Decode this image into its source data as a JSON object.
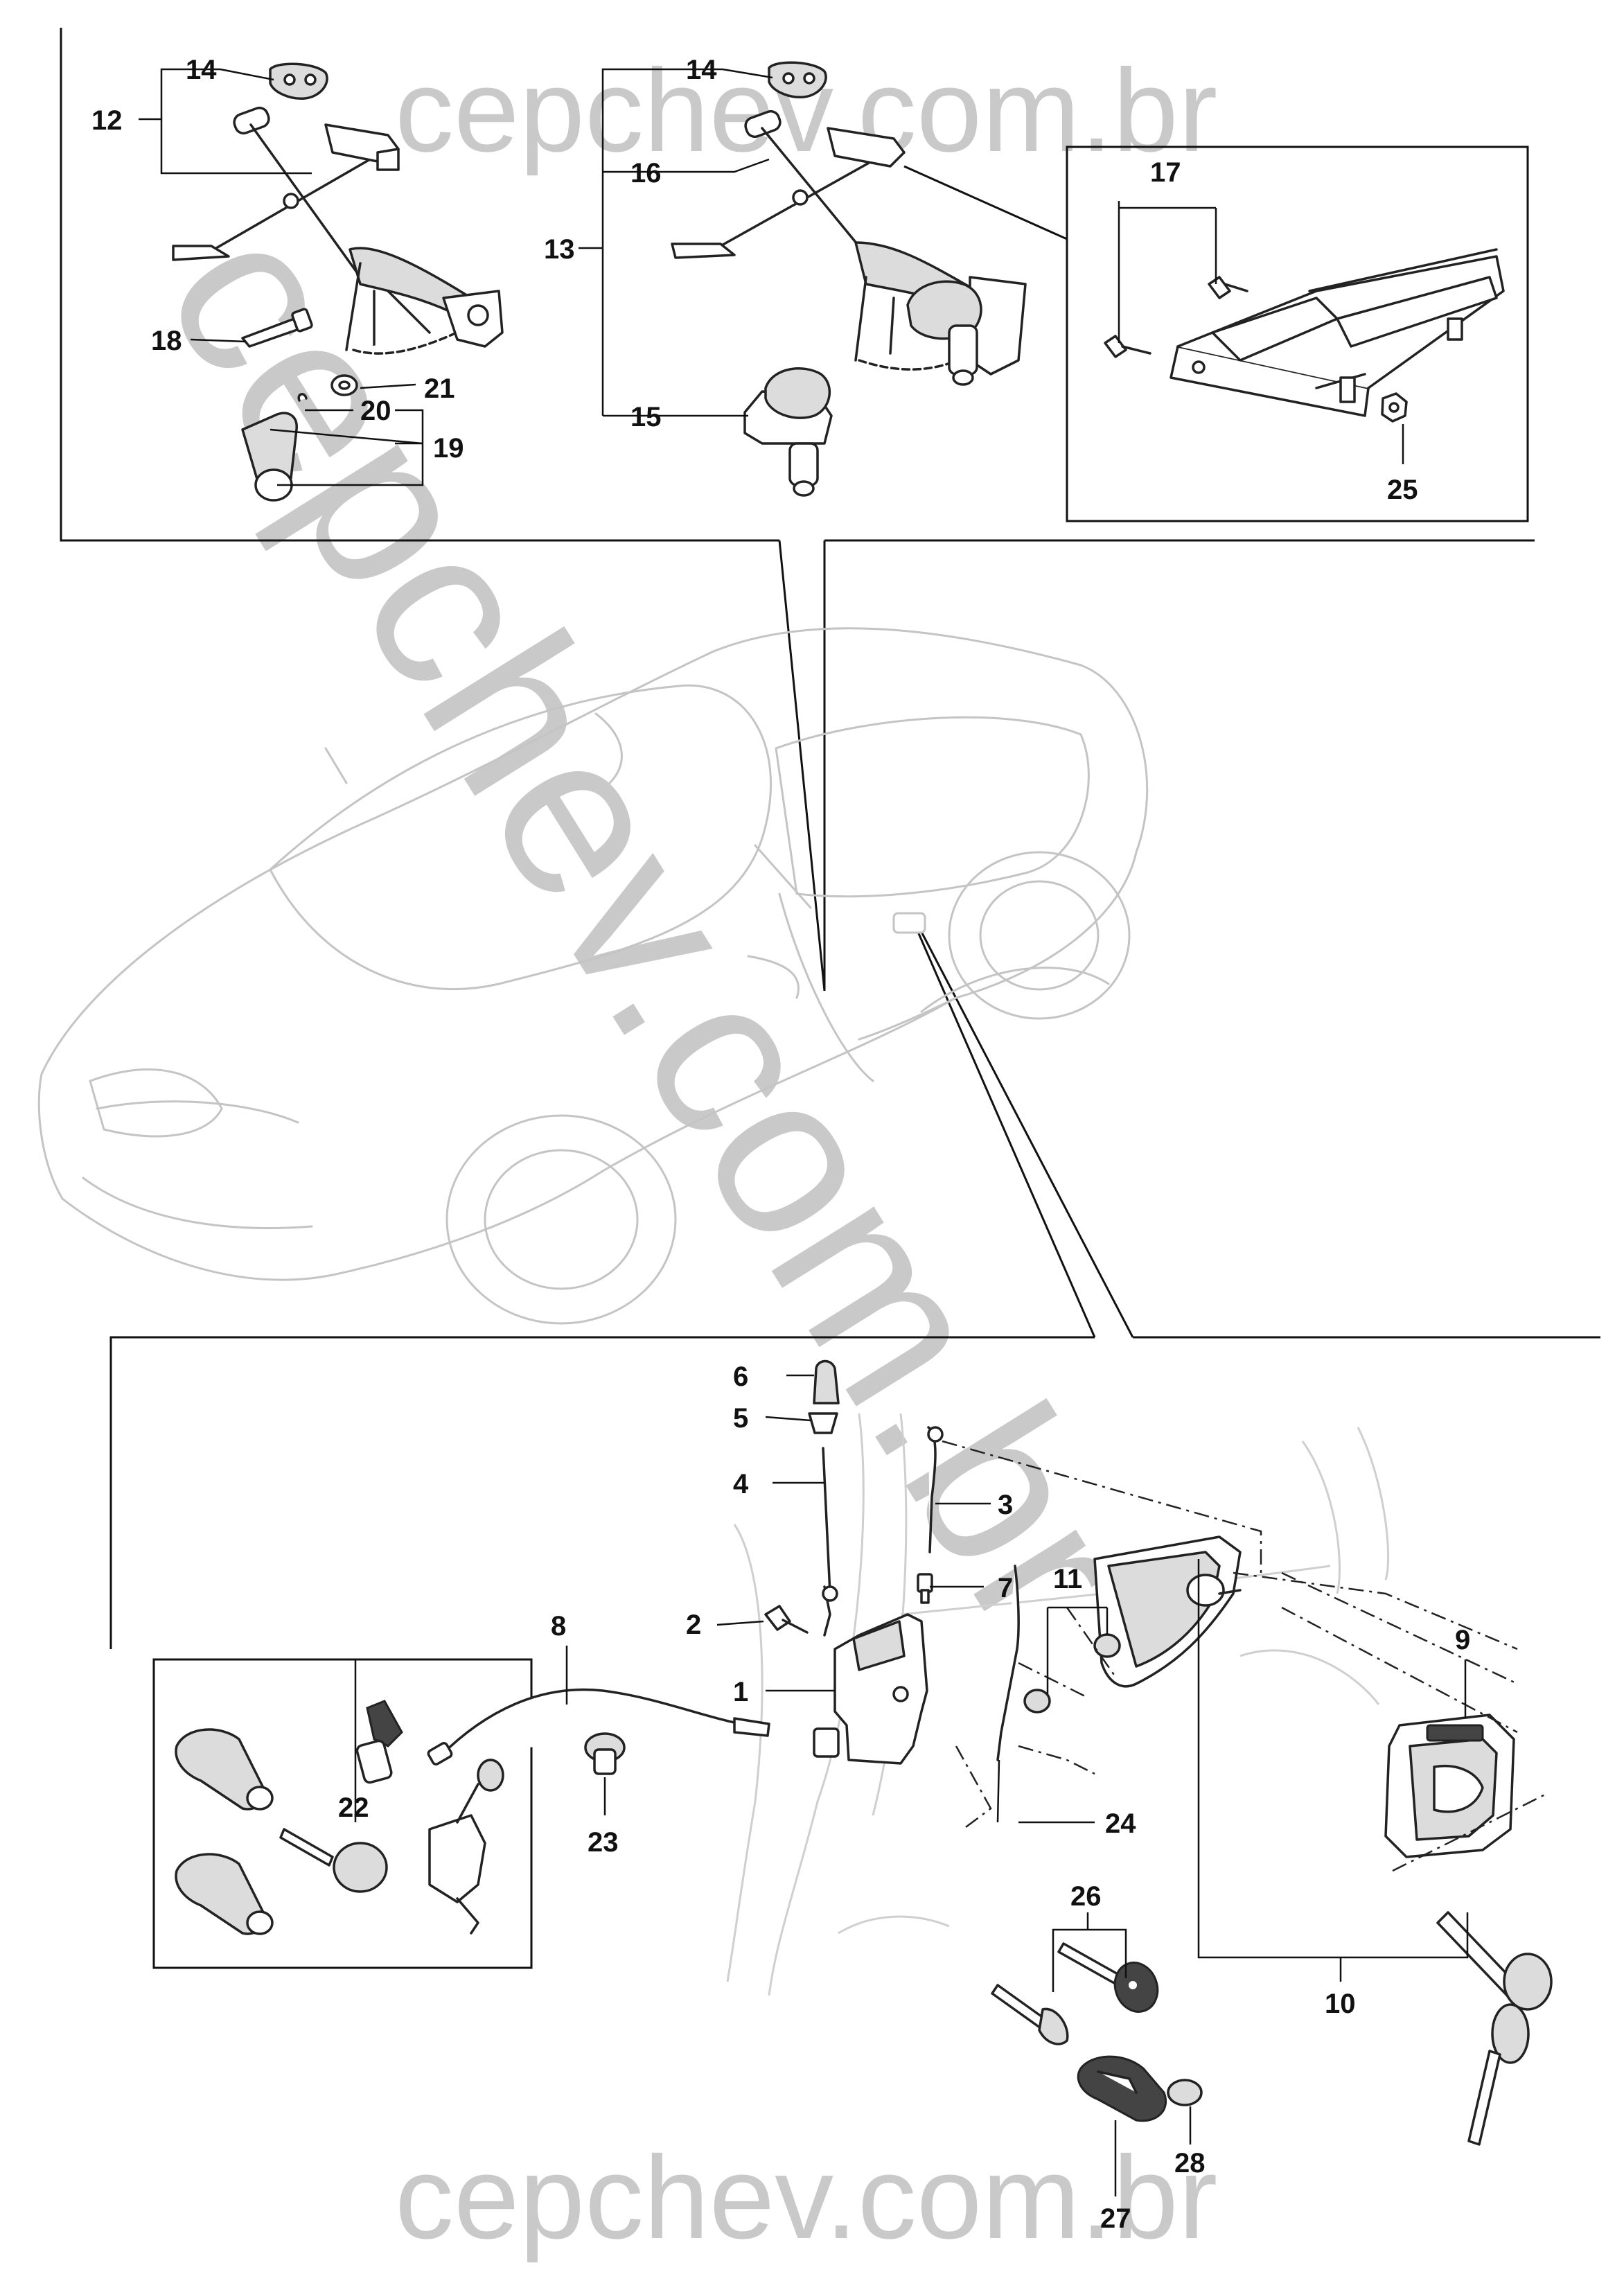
{
  "watermark": {
    "top": "cepchev.com.br",
    "bottom": "cepchev.com.br",
    "diagonal": "cepchev.com.br",
    "color": "#c9c9c9"
  },
  "callouts": [
    {
      "id": "14a",
      "text": "14"
    },
    {
      "id": "12",
      "text": "12"
    },
    {
      "id": "18",
      "text": "18"
    },
    {
      "id": "21",
      "text": "21"
    },
    {
      "id": "20",
      "text": "20"
    },
    {
      "id": "19",
      "text": "19"
    },
    {
      "id": "14b",
      "text": "14"
    },
    {
      "id": "16",
      "text": "16"
    },
    {
      "id": "13",
      "text": "13"
    },
    {
      "id": "15",
      "text": "15"
    },
    {
      "id": "17",
      "text": "17"
    },
    {
      "id": "25",
      "text": "25"
    },
    {
      "id": "6",
      "text": "6"
    },
    {
      "id": "5",
      "text": "5"
    },
    {
      "id": "4",
      "text": "4"
    },
    {
      "id": "3",
      "text": "3"
    },
    {
      "id": "7",
      "text": "7"
    },
    {
      "id": "8",
      "text": "8"
    },
    {
      "id": "2",
      "text": "2"
    },
    {
      "id": "11",
      "text": "11"
    },
    {
      "id": "9",
      "text": "9"
    },
    {
      "id": "1",
      "text": "1"
    },
    {
      "id": "23",
      "text": "23"
    },
    {
      "id": "24",
      "text": "24"
    },
    {
      "id": "22",
      "text": "22"
    },
    {
      "id": "26",
      "text": "26"
    },
    {
      "id": "10",
      "text": "10"
    },
    {
      "id": "28",
      "text": "28"
    },
    {
      "id": "27",
      "text": "27"
    }
  ]
}
